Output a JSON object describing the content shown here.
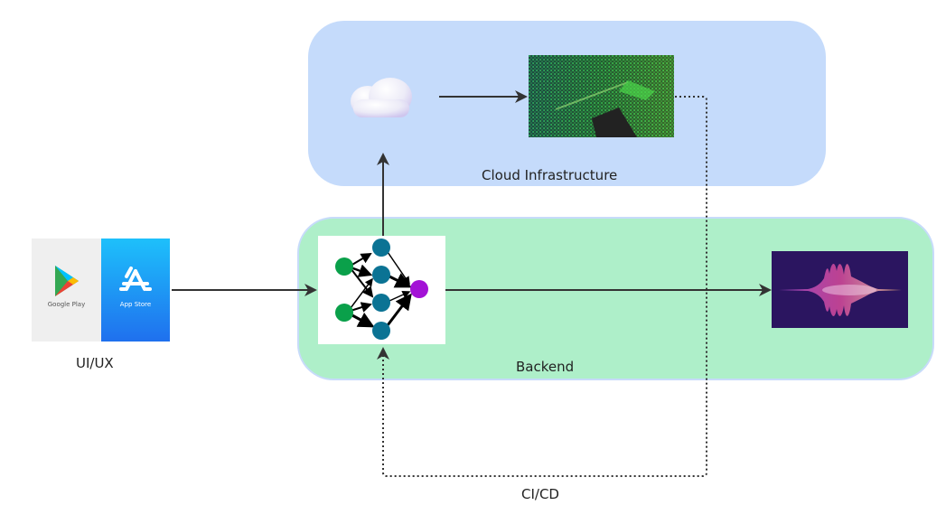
{
  "groups": {
    "cloud": {
      "label": "Cloud Infrastructure",
      "color": "#c5dbfb"
    },
    "backend": {
      "label": "Backend",
      "color": "#aeefc9"
    }
  },
  "nodes": {
    "ui": {
      "label": "UI/UX",
      "google_play_label": "Google Play",
      "app_store_label": "App Store"
    },
    "cloud_icon": {
      "icon": "cloud-icon"
    },
    "lidar_image": {
      "icon": "point-cloud-image"
    },
    "neural_net": {
      "icon": "neural-network-icon"
    },
    "waveform": {
      "icon": "audio-waveform-image"
    }
  },
  "edges": {
    "cicd": {
      "label": "CI/CD",
      "style": "dotted"
    }
  },
  "colors": {
    "arrow": "#333333",
    "nn_input": "#0aa04a",
    "nn_hidden": "#0b7394",
    "nn_output": "#a312d6",
    "waveform_bg": "#2b1560"
  }
}
